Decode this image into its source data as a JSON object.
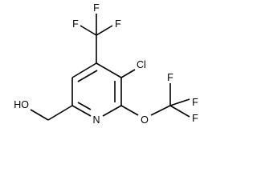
{
  "molecule": {
    "atoms": {
      "f_top_left": "F",
      "f_top_center": "F",
      "f_top_right": "F",
      "cl": "Cl",
      "oh": "HO",
      "n": "N",
      "o_ether": "O",
      "f_right_upper": "F",
      "f_right_mid": "F",
      "f_right_lower": "F"
    }
  }
}
